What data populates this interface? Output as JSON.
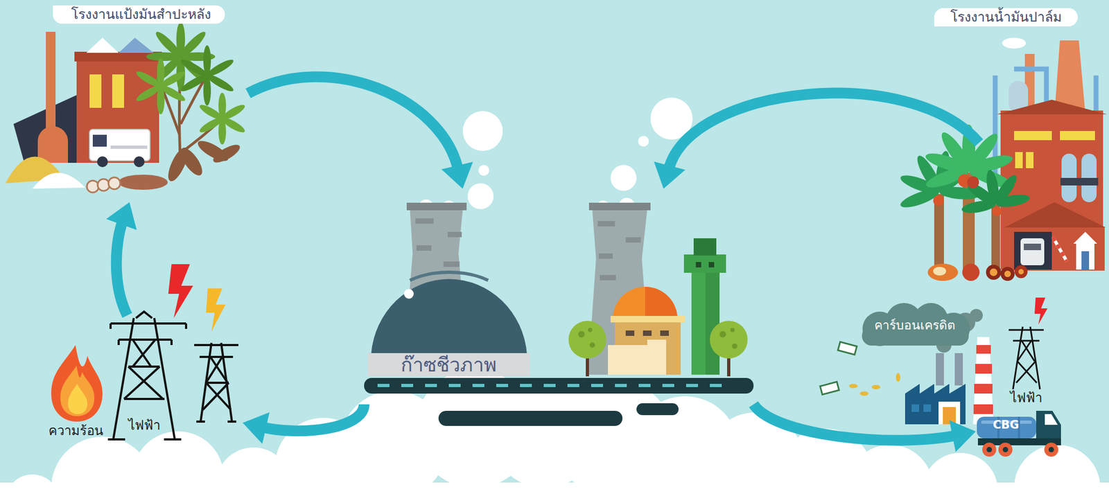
{
  "diagram": {
    "nodes": [
      {
        "text": [
          "โรงงานแป้งมันสำปะหลัง"
        ]
      },
      {
        "text": [
          "โรงงานน้ำมันปาล์ม"
        ]
      },
      {
        "text": [
          "ก๊าซชีวภาพ"
        ]
      },
      {
        "text": [
          "ความร้อน"
        ]
      },
      {
        "text": [
          "ไฟฟ้า"
        ]
      },
      {
        "text": [
          "คาร์บอนเครดิต"
        ]
      },
      {
        "text": [
          "ไฟฟ้า"
        ]
      },
      {
        "text": [
          "CBG"
        ]
      }
    ],
    "edges": [
      {
        "from": 0,
        "to": 2,
        "arrow": "to"
      },
      {
        "from": 1,
        "to": 2,
        "arrow": "to"
      },
      {
        "from": 2,
        "to": 4,
        "arrow": "to"
      },
      {
        "from": 4,
        "to": 0,
        "arrow": "to"
      },
      {
        "from": 2,
        "to": 7,
        "arrow": "to"
      }
    ]
  }
}
